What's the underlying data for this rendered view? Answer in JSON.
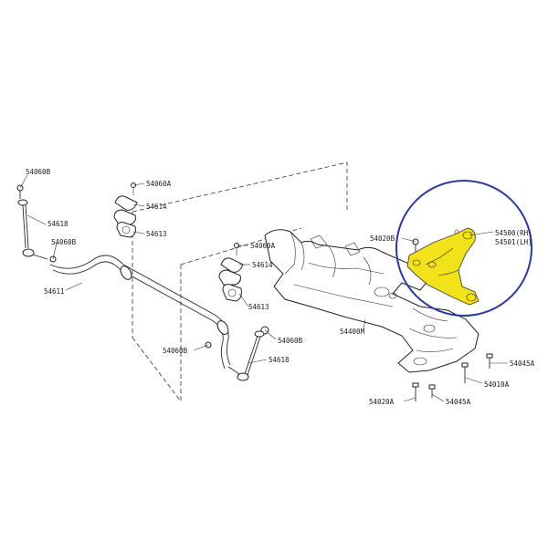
{
  "colors": {
    "highlight": "#f2e21a",
    "circle": "#2a3a9a",
    "ink": "#222222"
  },
  "labels": {
    "l_54060b_top": "54060B",
    "l_54618_left": "54618",
    "l_54060b_left": "54060B",
    "l_54611": "54611",
    "l_54060a_1": "54060A",
    "l_54614_1": "54614",
    "l_54613_1": "54613",
    "l_54060a_2": "54060A",
    "l_54614_2": "54614",
    "l_54613_2": "54613",
    "l_54060b_mid": "54060B",
    "l_54060b_right": "54060B",
    "l_54618_right": "54618",
    "l_54400m": "54400M",
    "l_54020b": "54020B",
    "l_54500": "54500(RH)",
    "l_54501": "54501(LH)",
    "l_54045a_1": "54045A",
    "l_54010a": "54010A",
    "l_54020a": "54020A",
    "l_54045a_2": "54045A"
  }
}
